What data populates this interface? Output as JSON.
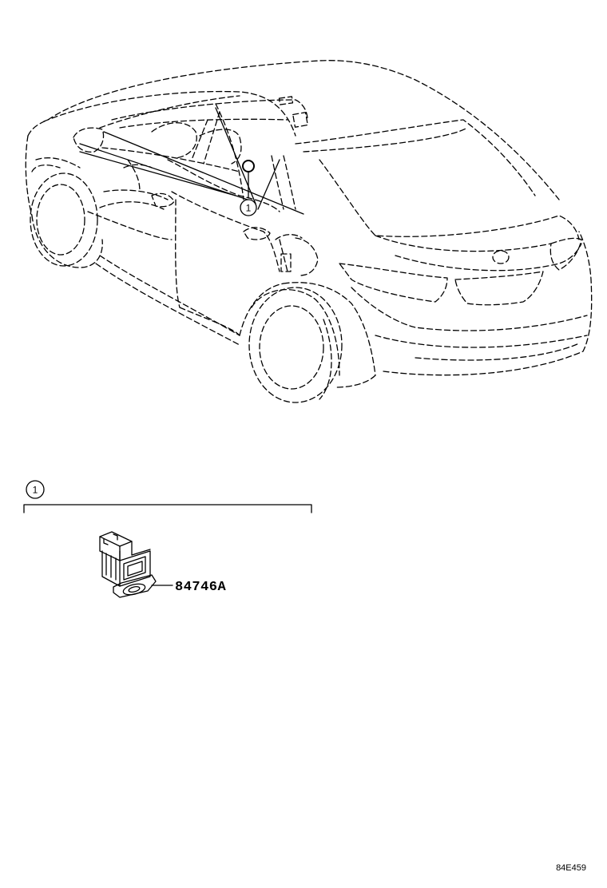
{
  "callouts": {
    "car_marker": "1",
    "section_marker": "1"
  },
  "parts": [
    {
      "number": "84746A"
    }
  ],
  "drawing_code": "84E459"
}
